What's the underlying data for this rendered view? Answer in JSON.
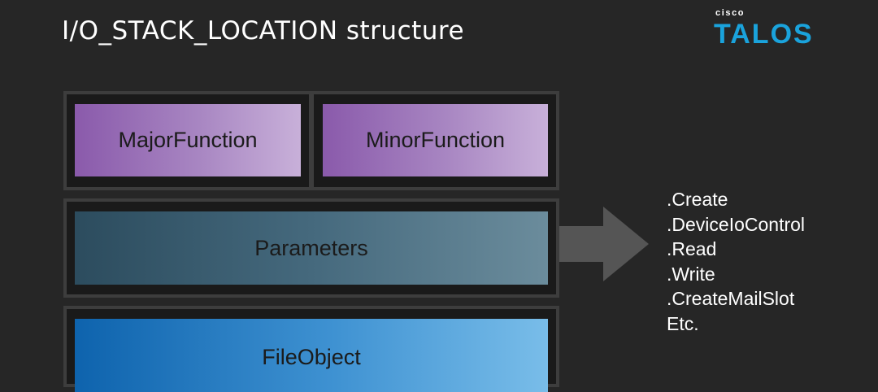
{
  "title": "I/O_STACK_LOCATION structure",
  "logo": {
    "top": "cisco",
    "main": "TALOS"
  },
  "fields": {
    "major": "MajorFunction",
    "minor": "MinorFunction",
    "parameters": "Parameters",
    "file_object": "FileObject"
  },
  "parameter_list": [
    ".Create",
    ".DeviceIoControl",
    ".Read",
    ".Write",
    ".CreateMailSlot",
    "Etc."
  ],
  "colors": {
    "background": "#262626",
    "function_fill": "#a886c2",
    "parameters_fill": "#45697d",
    "file_object_fill": "#3f92d2",
    "arrow": "#555555",
    "brand": "#1aa3dc"
  }
}
